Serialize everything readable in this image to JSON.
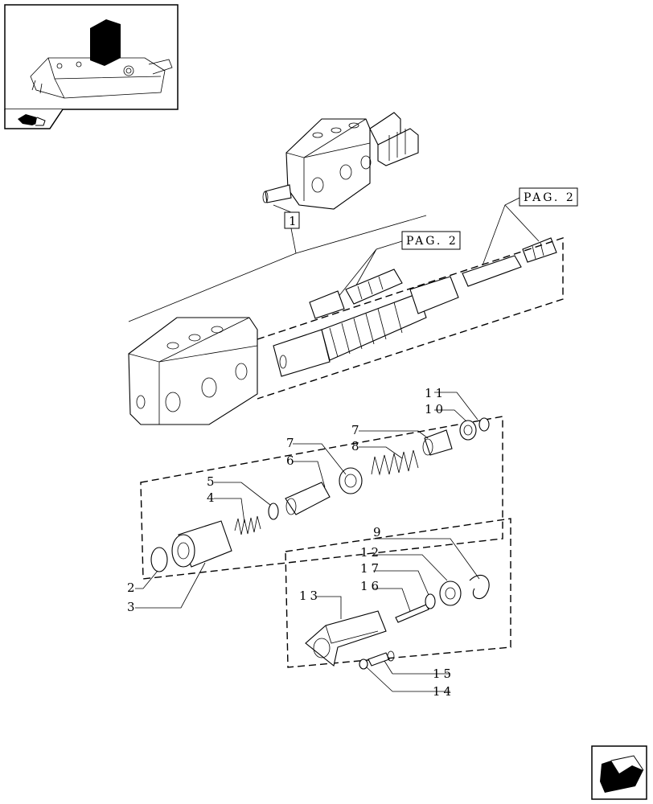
{
  "diagram": {
    "reference_box": "1",
    "page_refs": [
      "PAG. 2",
      "PAG. 2"
    ],
    "callouts": {
      "c2": "2",
      "c3": "3",
      "c4": "4",
      "c5": "5",
      "c6": "6",
      "c7a": "7",
      "c7b": "7",
      "c8": "8",
      "c9": "9",
      "c10": "10",
      "c11": "11",
      "c12": "12",
      "c13": "13",
      "c14": "14",
      "c15": "15",
      "c16": "16",
      "c17": "17"
    }
  },
  "icons": {
    "thumbnail": "tractor-lift-cover-icon",
    "book_tab": "book-page-icon",
    "next_page": "next-page-arrow-icon"
  }
}
